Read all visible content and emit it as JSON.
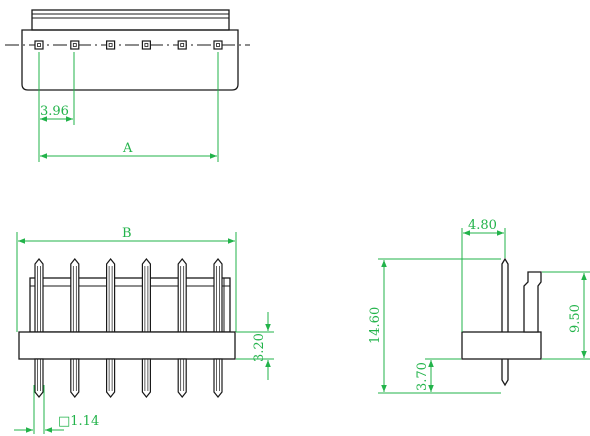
{
  "dimensions": {
    "pitch": "3.96",
    "length_a": "A",
    "length_b": "B",
    "base_height": "3.20",
    "pin_size": "□1.14",
    "offset": "4.80",
    "total_height": "14.60",
    "upper_height": "9.50",
    "lower_height": "3.70"
  },
  "pin_count": 6,
  "colors": {
    "outline": "#1a1a1a",
    "dimension": "#22b34a",
    "background": "#ffffff"
  }
}
